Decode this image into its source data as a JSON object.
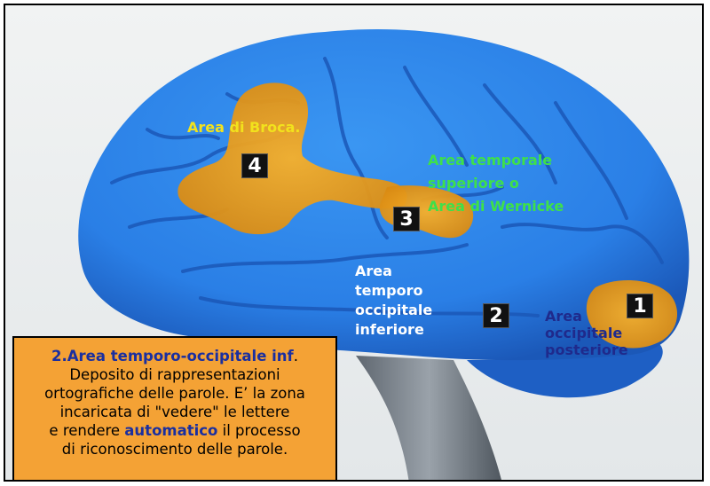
{
  "diagram": {
    "colors": {
      "brain": "#2a7fe6",
      "brain_dark": "#1b58b8",
      "area_highlight": "#f0a01c",
      "label_yellow": "#f2e21c",
      "label_green": "#3ee04a",
      "label_white": "#ffffff",
      "label_navy": "#1f2a8c",
      "info_box_bg": "#f4a235"
    },
    "areas": [
      {
        "number": "1",
        "label": "Area\noccipitale\nposteriore"
      },
      {
        "number": "2",
        "label": "Area\ntemporo\noccipitale\ninferiore"
      },
      {
        "number": "3",
        "label": "Area temporale\nsuperiore o\nArea di Wernicke"
      },
      {
        "number": "4",
        "label": "Area di Broca."
      }
    ]
  },
  "info_box": {
    "title": "2.Area temporo-occipitale inf",
    "title_suffix": ".",
    "line1": "Deposito di rappresentazioni",
    "line2": "ortografiche delle parole. E’ la zona",
    "line3": "incaricata di \"vedere\" le lettere",
    "line4_pre": "e rendere ",
    "line4_emph": "automatico",
    "line4_post": " il processo",
    "line5": "di riconoscimento delle parole."
  }
}
